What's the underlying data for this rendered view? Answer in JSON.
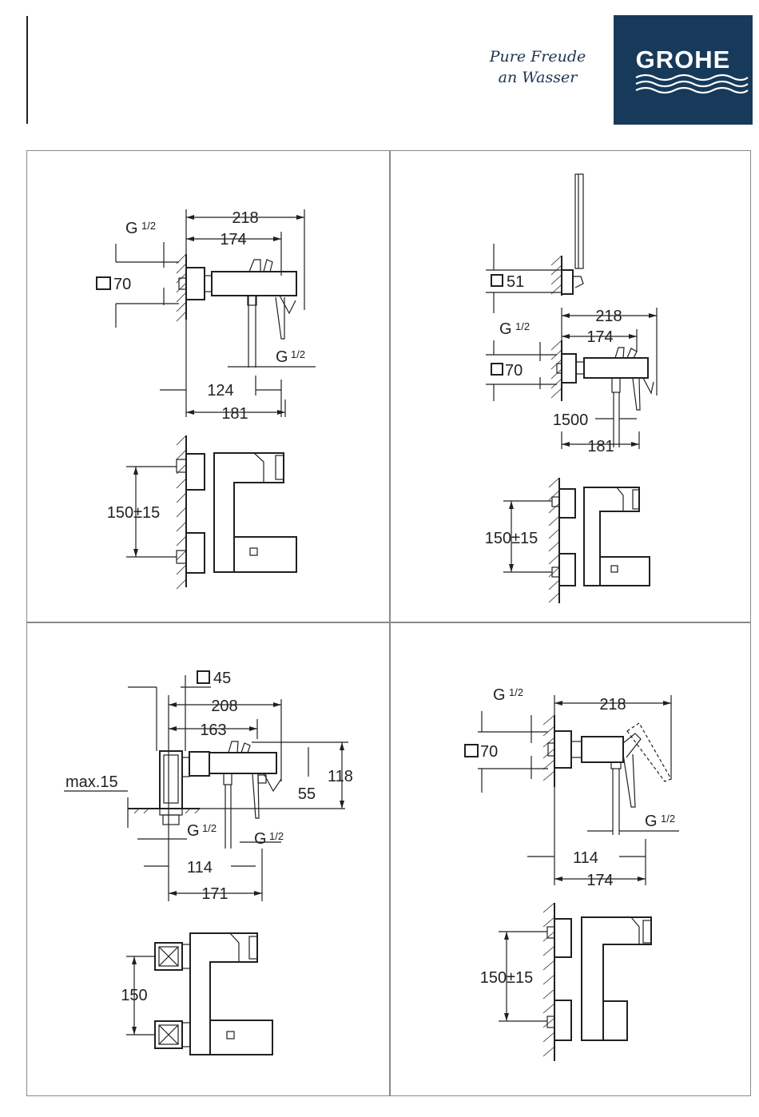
{
  "header": {
    "slogan_line1": "Pure Freude",
    "slogan_line2": "an Wasser",
    "brand": "GROHE"
  },
  "colors": {
    "brand": "#183a5a",
    "line": "#231f20",
    "grid": "#8a8a8a"
  },
  "panels": {
    "bath_mixer": {
      "d218": "218",
      "d174": "174",
      "g_top": "G",
      "g_top_frac": "1/2",
      "sq70": "70",
      "g_bottom": "G",
      "g_bottom_frac": "1/2",
      "d124": "124",
      "d181": "181",
      "d150": "150±15"
    },
    "bath_mixer_shower": {
      "sq51": "51",
      "d218": "218",
      "g_top": "G",
      "g_top_frac": "1/2",
      "d174": "174",
      "sq70": "70",
      "d1500": "1500",
      "d181": "181",
      "d150": "150±15"
    },
    "bath_mixer_floor": {
      "sq45": "45",
      "d208": "208",
      "d163": "163",
      "max15": "max.15",
      "d118": "118",
      "d55": "55",
      "g_left": "G",
      "g_left_frac": "1/2",
      "g_right": "G",
      "g_right_frac": "1/2",
      "d114": "114",
      "d171": "171",
      "d150": "150"
    },
    "shower_mixer": {
      "g_top": "G",
      "g_top_frac": "1/2",
      "d218": "218",
      "sq70": "70",
      "g_bottom": "G",
      "g_bottom_frac": "1/2",
      "d114": "114",
      "d174": "174",
      "d150": "150±15"
    }
  }
}
